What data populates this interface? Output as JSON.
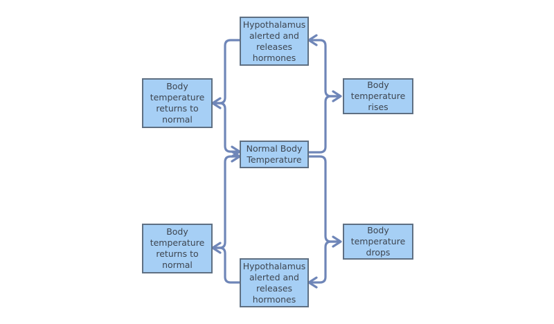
{
  "diagram": {
    "center": "Normal Body\nTemperature",
    "hypothalamus_top": "Hypothalamus\nalerted and\nreleases\nhormones",
    "hypothalamus_bottom": "Hypothalamus\nalerted and\nreleases\nhormones",
    "returns_top": "Body\ntemperature\nreturns to\nnormal",
    "returns_bottom": "Body\ntemperature\nreturns to\nnormal",
    "rises": "Body\ntemperature\nrises",
    "drops": "Body\ntemperature\ndrops"
  },
  "colors": {
    "node_fill": "#a6cff5",
    "node_border": "#5e6f82",
    "connector": "#6f86b8"
  }
}
